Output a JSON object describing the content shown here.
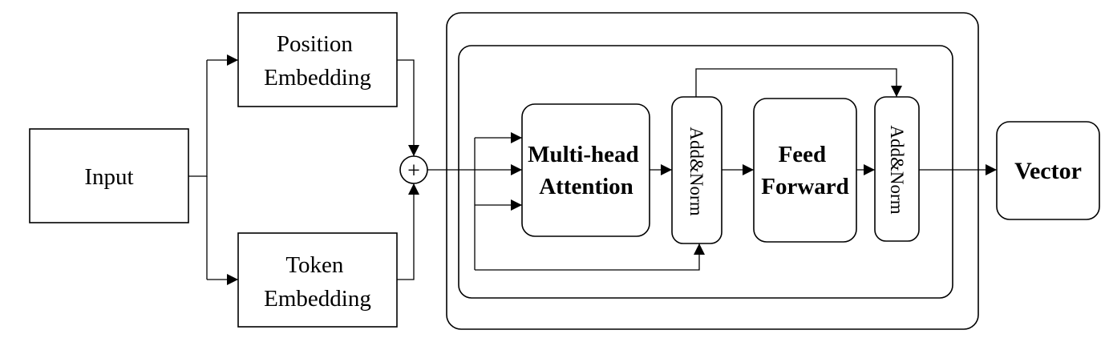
{
  "nodes": {
    "input": "Input",
    "position_embedding": [
      "Position",
      "Embedding"
    ],
    "token_embedding": [
      "Token",
      "Embedding"
    ],
    "sum": "+",
    "multi_head_attention": [
      "Multi-head",
      "Attention"
    ],
    "add_norm_1": "Add&Norm",
    "feed_forward": [
      "Feed",
      "Forward"
    ],
    "add_norm_2": "Add&Norm",
    "vector": "Vector"
  }
}
